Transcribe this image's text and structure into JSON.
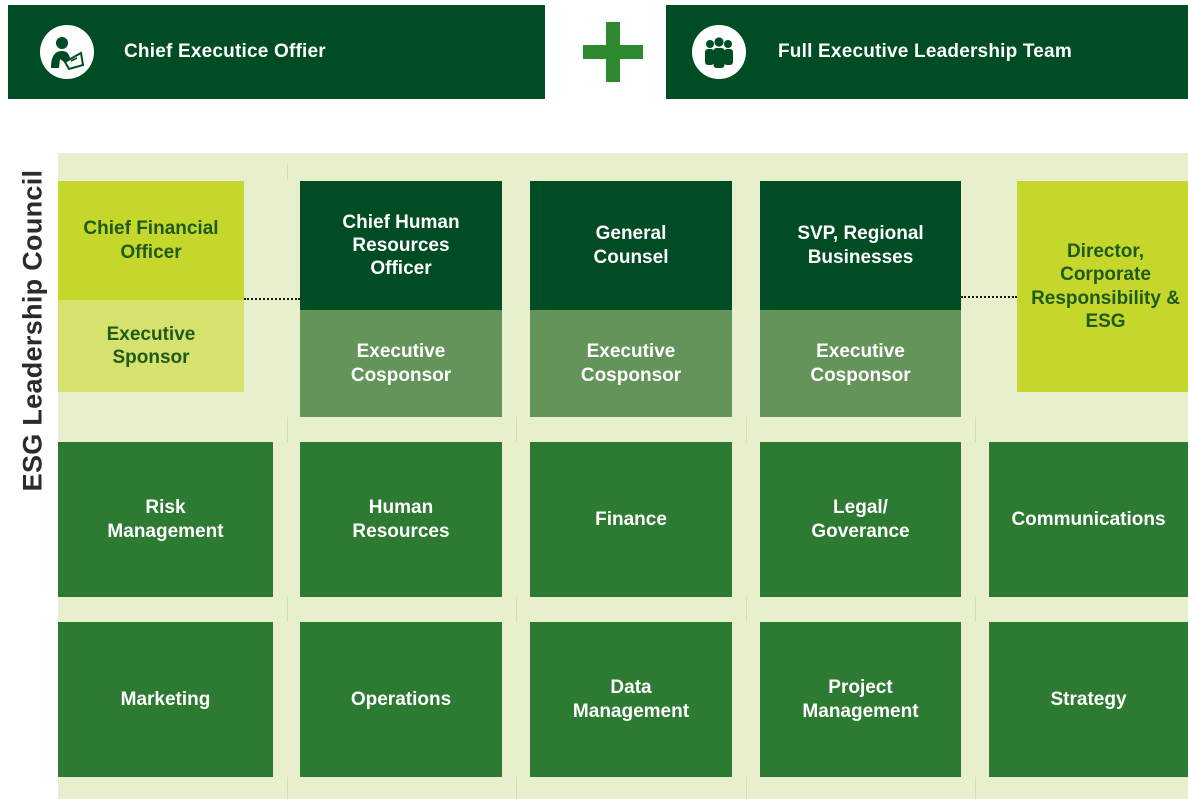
{
  "leadership": {
    "ceo": {
      "label": "Chief Executice Offier",
      "icon": "person-reading-icon"
    },
    "plus_symbol": "plus-icon",
    "team": {
      "label": "Full Executive Leadership Team",
      "icon": "group-people-icon"
    }
  },
  "council": {
    "title": "ESG Leadership Council",
    "executive_sponsor": {
      "role": "Chief Financial Officer",
      "designation": "Executive Sponsor"
    },
    "cosponsors": [
      {
        "role": "Chief Human Resources Officer",
        "designation": "Executive Cosponsor"
      },
      {
        "role": "General Counsel",
        "designation": "Executive Cosponsor"
      },
      {
        "role": "SVP, Regional Businesses",
        "designation": "Executive Cosponsor"
      }
    ],
    "esg_director": {
      "role": "Director, Corporate Responsibility & ESG"
    },
    "functions_row1": [
      "Risk Management",
      "Human Resources",
      "Finance",
      "Legal/ Goverance",
      "Communications"
    ],
    "functions_row2": [
      "Marketing",
      "Operations",
      "Data Management",
      "Project Management",
      "Strategy"
    ]
  },
  "colors": {
    "dark_green": "#004d25",
    "mid_green": "#649459",
    "function_green": "#2d7a32",
    "lime": "#c5d72b",
    "pale_background": "#e8efcc"
  }
}
